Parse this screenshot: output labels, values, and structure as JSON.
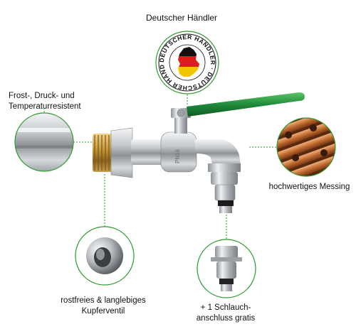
{
  "badge": {
    "title": "Deutscher Händler",
    "seal_text": "DEUTSCHER HÄNDLER · DEUTSCHER HÄNDLER ·"
  },
  "features": {
    "frost": {
      "line1": "Frost-, Druck- und",
      "line2": "Temperaturresistent"
    },
    "brass": {
      "text": "hochwertiges Messing"
    },
    "valve": {
      "line1": "rostfreies & langlebiges",
      "line2": "Kupferventil"
    },
    "hose": {
      "line1": "+ 1 Schlauch-",
      "line2": "anschluss gratis"
    }
  },
  "product": {
    "stamp": "PN16"
  },
  "colors": {
    "accent_green": "#2e9a2e",
    "lever_green": "#1f8a3a",
    "chrome": "#c8ccd0",
    "brass": "#c79a3a",
    "copper": "#c06a30"
  }
}
